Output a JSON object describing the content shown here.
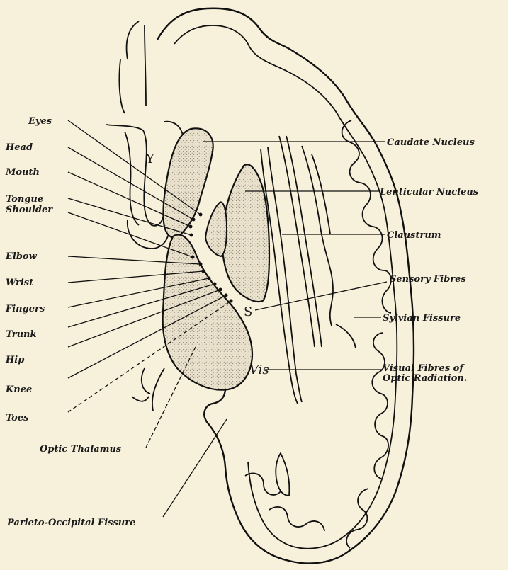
{
  "figure": {
    "left_labels": {
      "eyes": "Eyes",
      "head": "Head",
      "mouth": "Mouth",
      "tongue": "Tongue",
      "shoulder": "Shoulder",
      "elbow": "Elbow",
      "wrist": "Wrist",
      "fingers": "Fingers",
      "trunk": "Trunk",
      "hip": "Hip",
      "knee": "Knee",
      "toes": "Toes"
    },
    "right_labels": {
      "caudate": "Caudate Nucleus",
      "lenticular": "Lenticular Nucleus",
      "claustrum": "Claustrum",
      "sensory": "Sensory Fibres",
      "sylvian": "Sylvian Fissure",
      "visual_1": "Visual Fibres of",
      "visual_2": "Optic Radiation."
    },
    "bottom_labels": {
      "thalamus": "Optic Thalamus",
      "parieto": "Parieto-Occipital Fissure"
    },
    "inline_letters": {
      "s": "S",
      "vis": "Vis"
    },
    "colors": {
      "paper": "#f7f0da",
      "ink": "#111111",
      "stipple": "#8a8170"
    }
  }
}
